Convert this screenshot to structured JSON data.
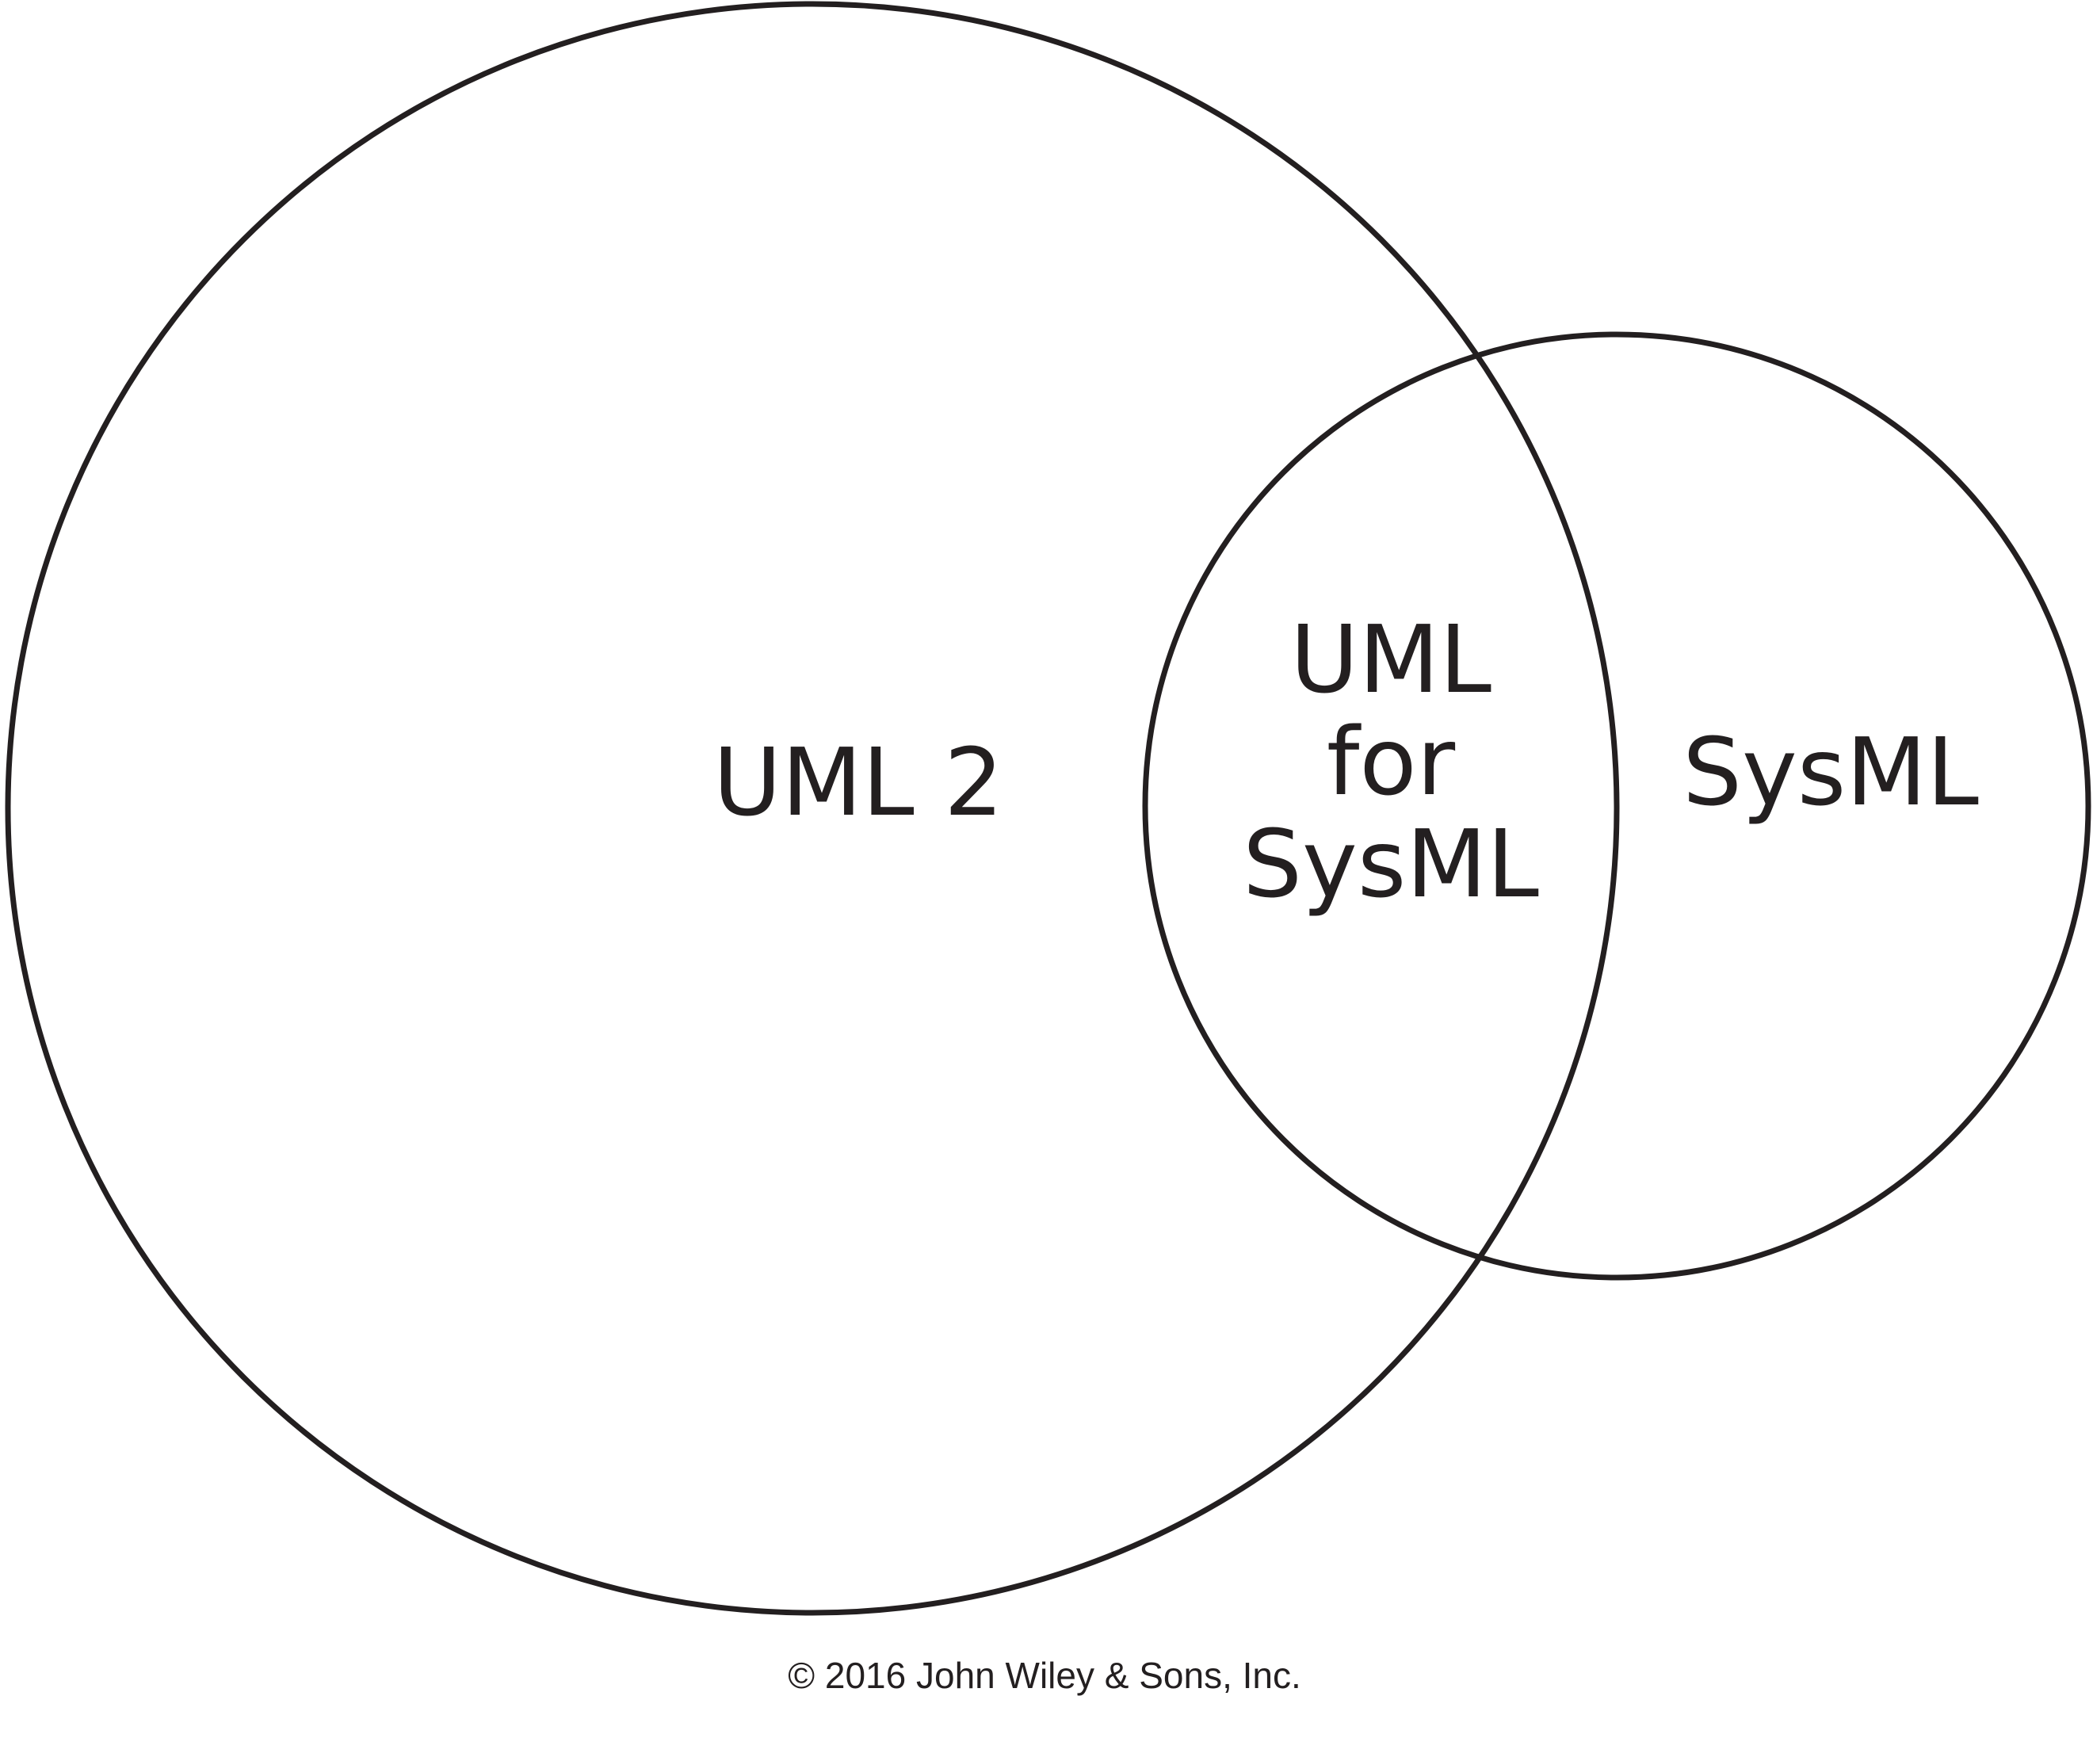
{
  "diagram": {
    "type": "venn",
    "sets": {
      "uml2": "UML 2",
      "sysml": "SysML"
    },
    "intersection": {
      "line1": "UML",
      "line2": "for",
      "line3": "SysML"
    },
    "copyright": "© 2016 John Wiley & Sons, Inc."
  },
  "colors": {
    "stroke": "#231f20",
    "text": "#231f20",
    "background": "#ffffff"
  }
}
